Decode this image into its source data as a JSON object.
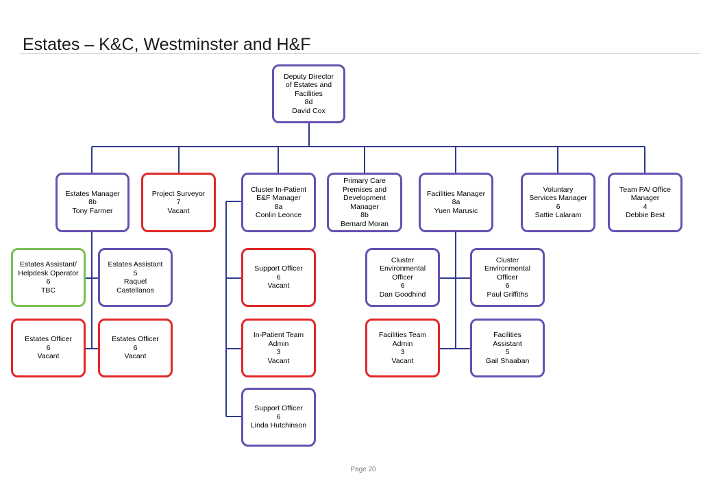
{
  "title": "Estates – K&C, Westminster and H&F",
  "footer": "Page 20",
  "colors": {
    "line": "#2e3a8c",
    "vacant_border": "#e02626",
    "filled_border": "#6650b0",
    "tbc_border": "#78c054"
  },
  "boxes": {
    "deputy_director": {
      "text": "Deputy Director\nof Estates and\nFacilities\n8d\nDavid Cox",
      "status": "filled"
    },
    "estates_manager": {
      "text": "Estates Manager\n8b\nTony Farmer",
      "status": "filled"
    },
    "project_surveyor": {
      "text": "Project Surveyor\n7\nVacant",
      "status": "vacant"
    },
    "cluster_inpatient_manager": {
      "text": "Cluster In-Patient\nE&F Manager\n8a\nConlin Leonce",
      "status": "filled"
    },
    "primary_care_manager": {
      "text": "Primary Care\nPremises and\nDevelopment\nManager\n8b\nBernard Moran",
      "status": "filled"
    },
    "facilities_manager": {
      "text": "Facilities Manager\n8a\nYuen Marusic",
      "status": "filled"
    },
    "voluntary_services_manager": {
      "text": "Voluntary\nServices Manager\n6\nSattie Lalaram",
      "status": "filled"
    },
    "team_pa": {
      "text": "Team PA/ Office\nManager\n4\nDebbie Best",
      "status": "filled"
    },
    "estates_assistant_helpdesk": {
      "text": "Estates Assistant/\nHelpdesk Operator\n6\nTBC",
      "status": "tbc"
    },
    "estates_assistant": {
      "text": "Estates Assistant\n5\nRaquel\nCastellanos",
      "status": "filled"
    },
    "estates_officer_1": {
      "text": "Estates Officer\n6\nVacant",
      "status": "vacant"
    },
    "estates_officer_2": {
      "text": "Estates Officer\n6\nVacant",
      "status": "vacant"
    },
    "support_officer_vacant": {
      "text": "Support Officer\n6\nVacant",
      "status": "vacant"
    },
    "inpatient_team_admin": {
      "text": "In-Patient Team\nAdmin\n3\nVacant",
      "status": "vacant"
    },
    "support_officer_linda": {
      "text": "Support Officer\n6\nLinda Hutchinson",
      "status": "filled"
    },
    "cluster_env_officer_dan": {
      "text": "Cluster\nEnvironmental\nOfficer\n6\nDan Goodhind",
      "status": "filled"
    },
    "cluster_env_officer_paul": {
      "text": "Cluster\nEnvironmental\nOfficer\n6\nPaul Griffiths",
      "status": "filled"
    },
    "facilities_team_admin": {
      "text": "Facilities Team\nAdmin\n3\nVacant",
      "status": "vacant"
    },
    "facilities_assistant": {
      "text": "Facilities\nAssistant\n5\nGail Shaaban",
      "status": "filled"
    }
  }
}
